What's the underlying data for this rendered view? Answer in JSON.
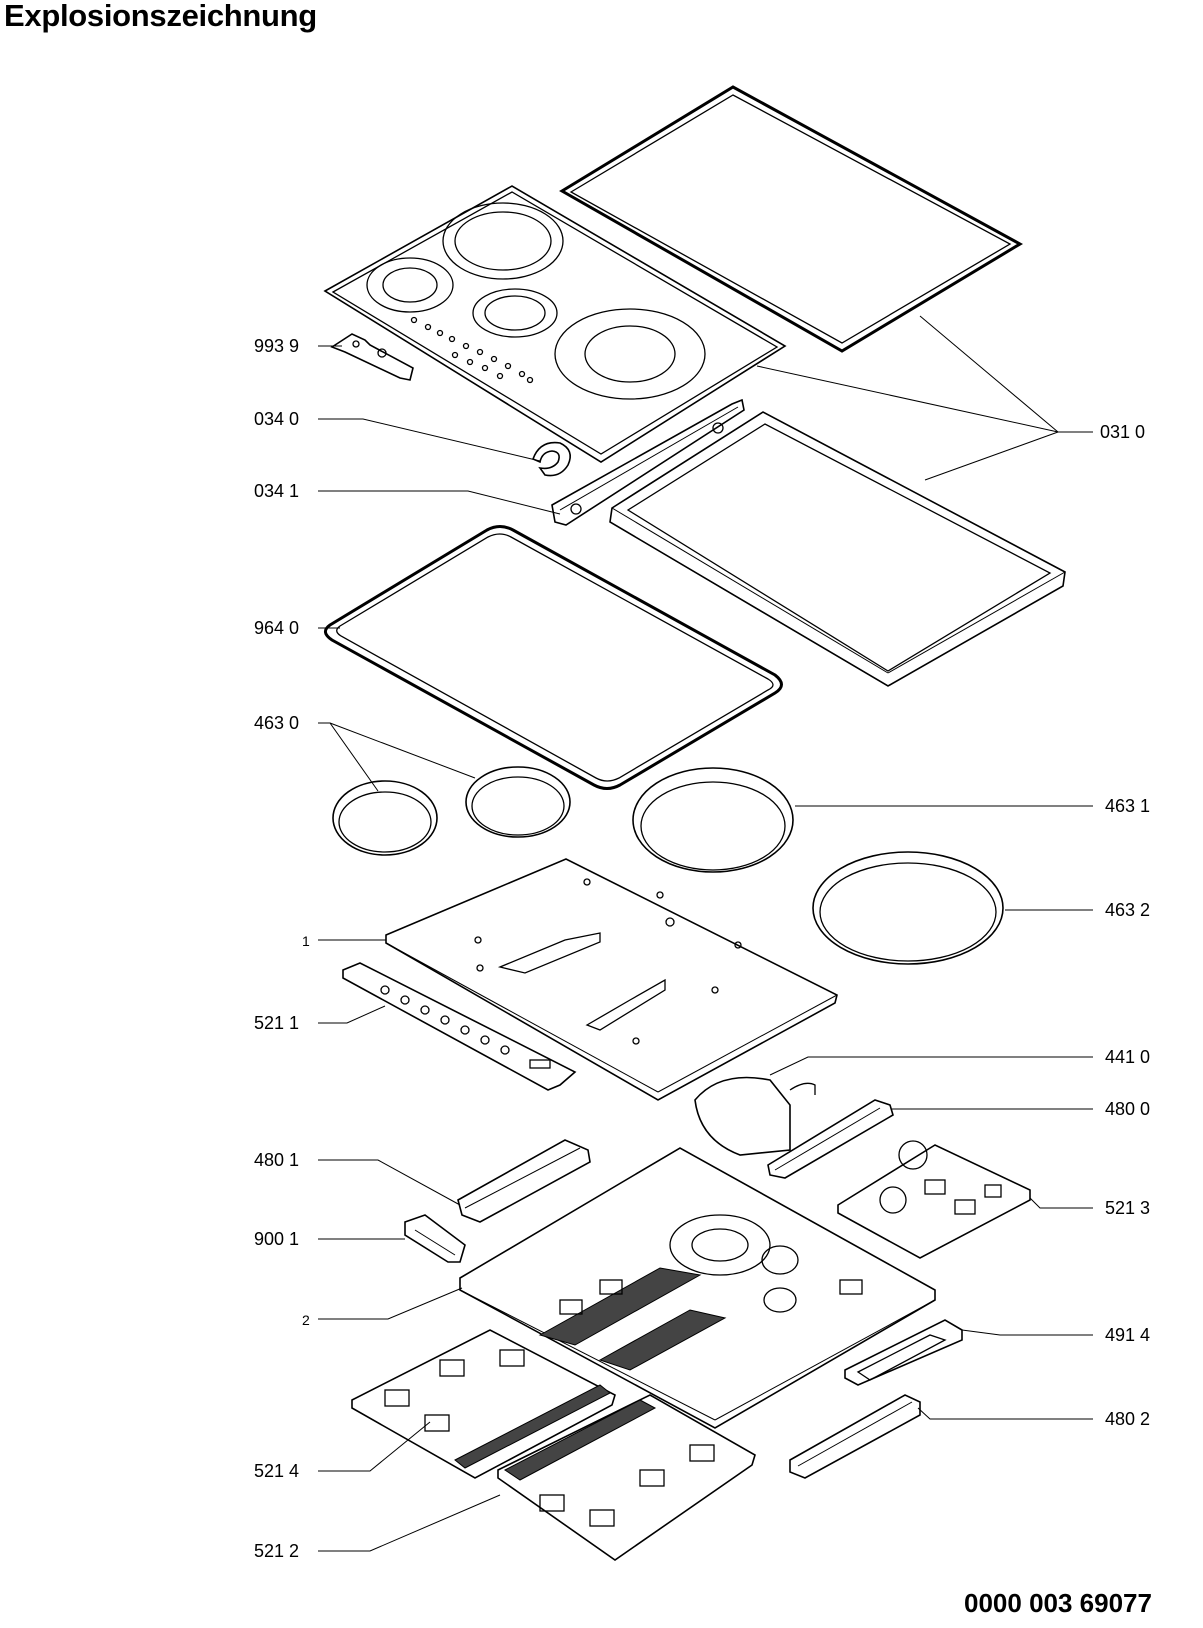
{
  "title": "Explosionszeichnung",
  "document_number": "0000 003 69077",
  "labels": {
    "l9939": "993 9",
    "l0340": "034 0",
    "l0341": "034 1",
    "l9640": "964 0",
    "l4630": "463 0",
    "l1": "1",
    "l5211": "521 1",
    "l4801": "480 1",
    "l9001": "900 1",
    "l2": "2",
    "l5214": "521 4",
    "l5212": "521 2",
    "l0310": "031 0",
    "l4631": "463 1",
    "l4632": "463 2",
    "l4410": "441 0",
    "l4800": "480 0",
    "l5213": "521 3",
    "l4914": "491 4",
    "l4802": "480 2"
  }
}
